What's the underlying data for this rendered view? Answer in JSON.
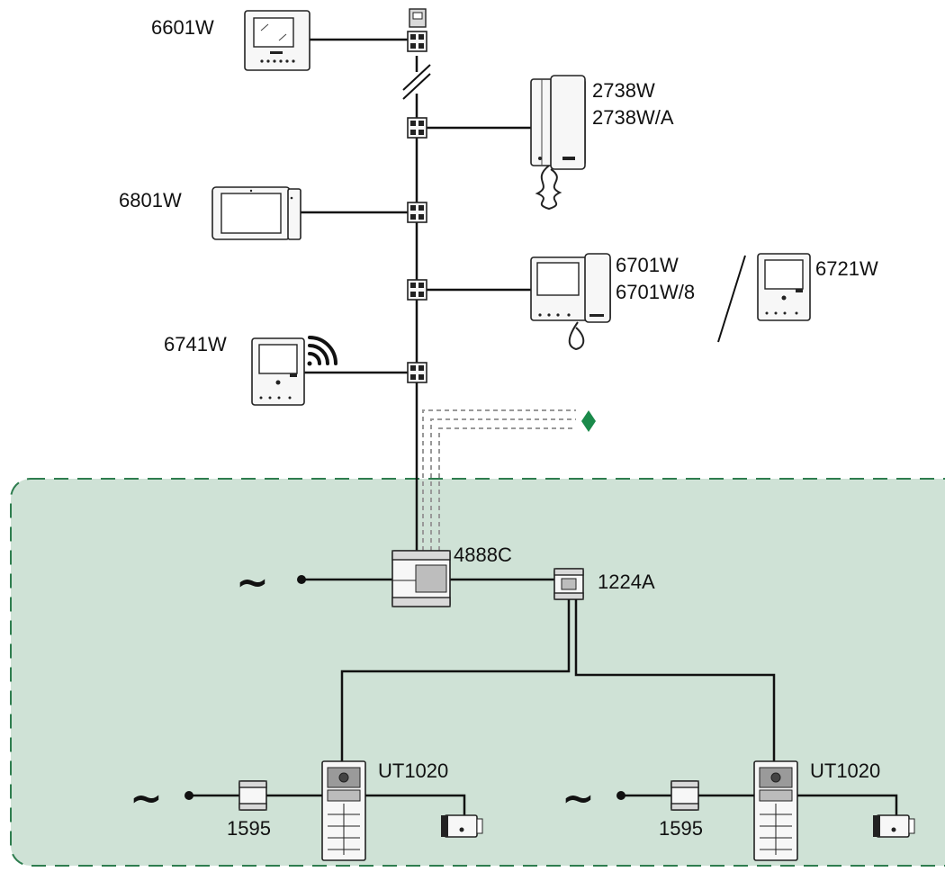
{
  "labels": {
    "m6601": "6601W",
    "m2738": "2738W",
    "m2738a": "2738W/A",
    "m6801": "6801W",
    "m6701": "6701W",
    "m6701_8": "6701W/8",
    "m6721": "6721W",
    "m6741": "6741W",
    "m4888": "4888C",
    "m1224": "1224A",
    "ut_left": "UT1020",
    "ut_right": "UT1020",
    "psu_left": "1595",
    "psu_right": "1595",
    "mains_symbol": "~"
  },
  "colors": {
    "zone_fill": "#cfe2d6",
    "zone_border": "#2e7d4f",
    "marker": "#1a8a4a"
  }
}
